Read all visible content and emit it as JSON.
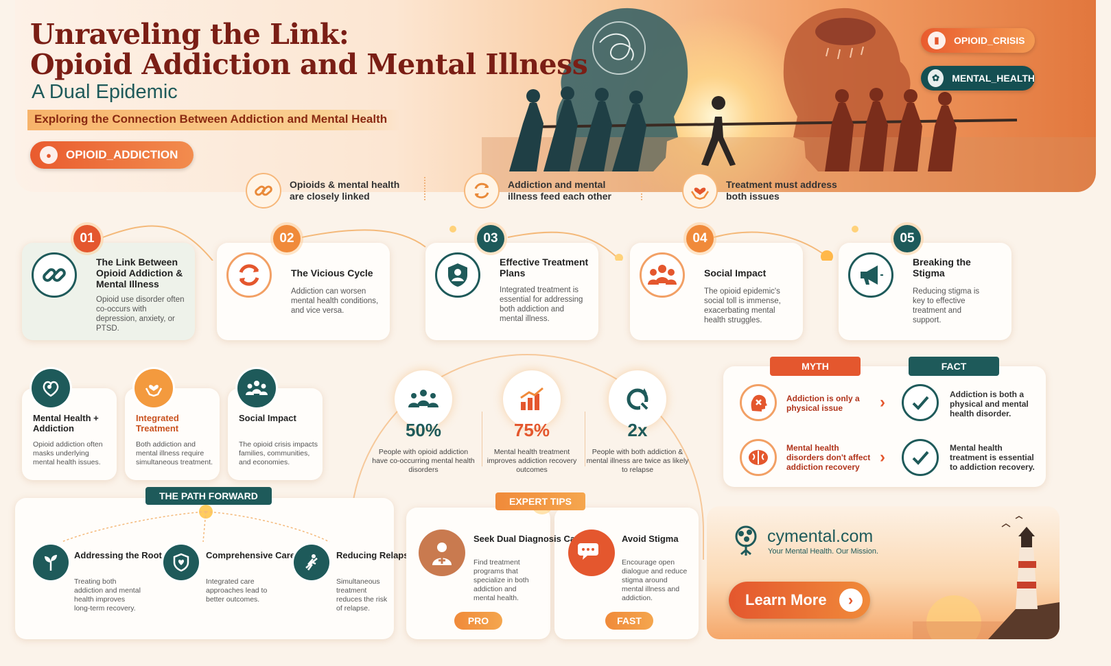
{
  "hero": {
    "title_line1": "Unraveling the Link:",
    "title_line2": "Opioid Addiction and Mental Illness",
    "subtitle": "A Dual Epidemic",
    "ribbon": "Exploring the Connection Between Addiction and Mental Health",
    "tag_addiction": "OPIOID_ADDICTION",
    "tag_crisis": "OPIOID_CRISIS",
    "tag_mental_health": "MENTAL_HEALTH"
  },
  "key_points": [
    {
      "text": "Opioids & mental health are closely linked",
      "icon": "chain-link-icon"
    },
    {
      "text": "Addiction and mental illness feed each other",
      "icon": "cycle-arrows-icon"
    },
    {
      "text": "Treatment must address both issues",
      "icon": "heart-hands-icon"
    }
  ],
  "timeline": [
    {
      "num": "01",
      "title": "The Link Between Opioid Addiction & Mental Illness",
      "body": "Opioid use disorder often co-occurs with depression, anxiety, or PTSD.",
      "icon": "chain-link-icon"
    },
    {
      "num": "02",
      "title": "The Vicious Cycle",
      "body": "Addiction can worsen mental health conditions, and vice versa.",
      "icon": "cycle-arrows-icon"
    },
    {
      "num": "03",
      "title": "Effective Treatment Plans",
      "body": "Integrated treatment is essential for addressing both addiction and mental illness.",
      "icon": "shield-person-icon"
    },
    {
      "num": "04",
      "title": "Social Impact",
      "body": "The opioid epidemic's social toll is immense, exacerbating mental health struggles.",
      "icon": "people-group-icon"
    },
    {
      "num": "05",
      "title": "Breaking the Stigma",
      "body": "Reducing stigma is key to effective treatment and support.",
      "icon": "megaphone-icon"
    }
  ],
  "small_cards": [
    {
      "title": "Mental Health + Addiction",
      "body": "Opioid addiction often masks underlying mental health issues.",
      "icon": "heart-head-icon"
    },
    {
      "title": "Integrated Treatment",
      "body": "Both addiction and mental illness require simultaneous treatment.",
      "icon": "heart-hands-icon"
    },
    {
      "title": "Social Impact",
      "body": "The opioid crisis impacts families, communities, and economies.",
      "icon": "people-group-icon"
    }
  ],
  "stats": [
    {
      "value": "50%",
      "label": "People with opioid addiction have co-occurring mental health disorders",
      "icon": "people-group-icon"
    },
    {
      "value": "75%",
      "label": "Mental health treatment improves addiction recovery outcomes",
      "icon": "bar-chart-icon"
    },
    {
      "value": "2x",
      "label": "People with both addiction & mental illness are twice as likely to relapse",
      "icon": "refresh-icon"
    }
  ],
  "myth_fact": {
    "myth_label": "MYTH",
    "fact_label": "FACT",
    "rows": [
      {
        "myth": "Addiction is only a physical issue",
        "fact": "Addiction is both a physical and mental health disorder."
      },
      {
        "myth": "Mental health disorders don't affect addiction recovery",
        "fact": "Mental health treatment is essential to addiction recovery."
      }
    ]
  },
  "path_forward": {
    "label": "THE PATH FORWARD",
    "items": [
      {
        "title": "Addressing the Root Cause",
        "body": "Treating both addiction and mental health improves long-term recovery.",
        "icon": "sprout-icon"
      },
      {
        "title": "Comprehensive Care",
        "body": "Integrated care approaches lead to better outcomes.",
        "icon": "shield-heart-icon"
      },
      {
        "title": "Reducing Relapse",
        "body": "Simultaneous treatment reduces the risk of relapse.",
        "icon": "climber-icon"
      }
    ]
  },
  "expert_tips": {
    "label": "EXPERT TIPS",
    "items": [
      {
        "title": "Seek Dual Diagnosis Care",
        "body": "Find treatment programs that specialize in both addiction and mental health.",
        "button": "PRO",
        "icon": "doctor-icon"
      },
      {
        "title": "Avoid Stigma",
        "body": "Encourage open dialogue and reduce stigma around mental illness and addiction.",
        "button": "FAST",
        "icon": "chat-bubbles-icon"
      }
    ]
  },
  "brand": {
    "name": "cymental.com",
    "tagline": "Your Mental Health. Our Mission.",
    "cta": "Learn More"
  },
  "colors": {
    "accent_orange": "#e4572e",
    "teal": "#1e5a5a",
    "title_maroon": "#7a1e15",
    "background": "#fbf3ea"
  }
}
